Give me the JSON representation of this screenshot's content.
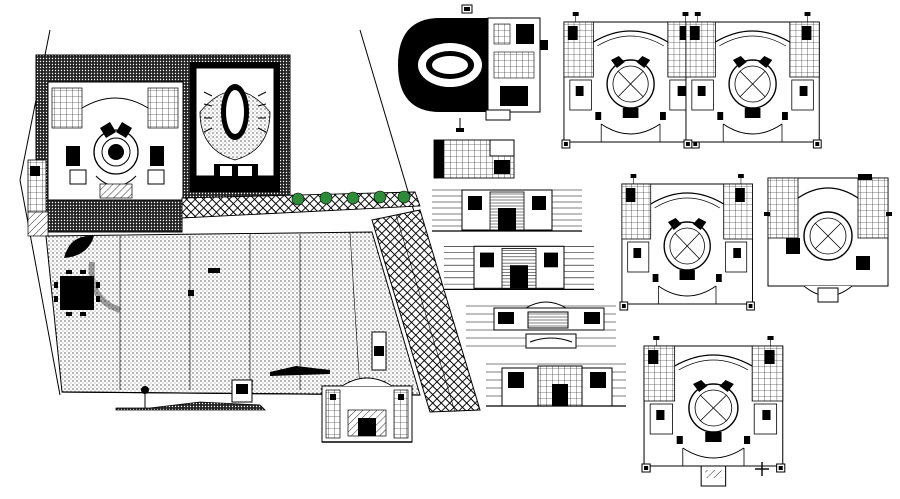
{
  "drawing": {
    "background": "#ffffff",
    "ink": "#000000",
    "accent_green": "#2e8b3a",
    "views": [
      {
        "id": "site-plan",
        "kind": "site plan"
      },
      {
        "id": "oval-top-plan",
        "kind": "floor plan"
      },
      {
        "id": "floor-plan-a",
        "kind": "floor plan"
      },
      {
        "id": "floor-plan-b",
        "kind": "floor plan"
      },
      {
        "id": "floor-plan-c",
        "kind": "floor plan"
      },
      {
        "id": "floor-plan-d",
        "kind": "floor plan"
      },
      {
        "id": "floor-plan-e",
        "kind": "floor plan"
      },
      {
        "id": "elevation-1",
        "kind": "elevation"
      },
      {
        "id": "elevation-2",
        "kind": "elevation"
      },
      {
        "id": "elevation-3",
        "kind": "elevation"
      },
      {
        "id": "elevation-4",
        "kind": "elevation"
      },
      {
        "id": "section-front",
        "kind": "elevation"
      },
      {
        "id": "profile-section",
        "kind": "section"
      }
    ]
  }
}
